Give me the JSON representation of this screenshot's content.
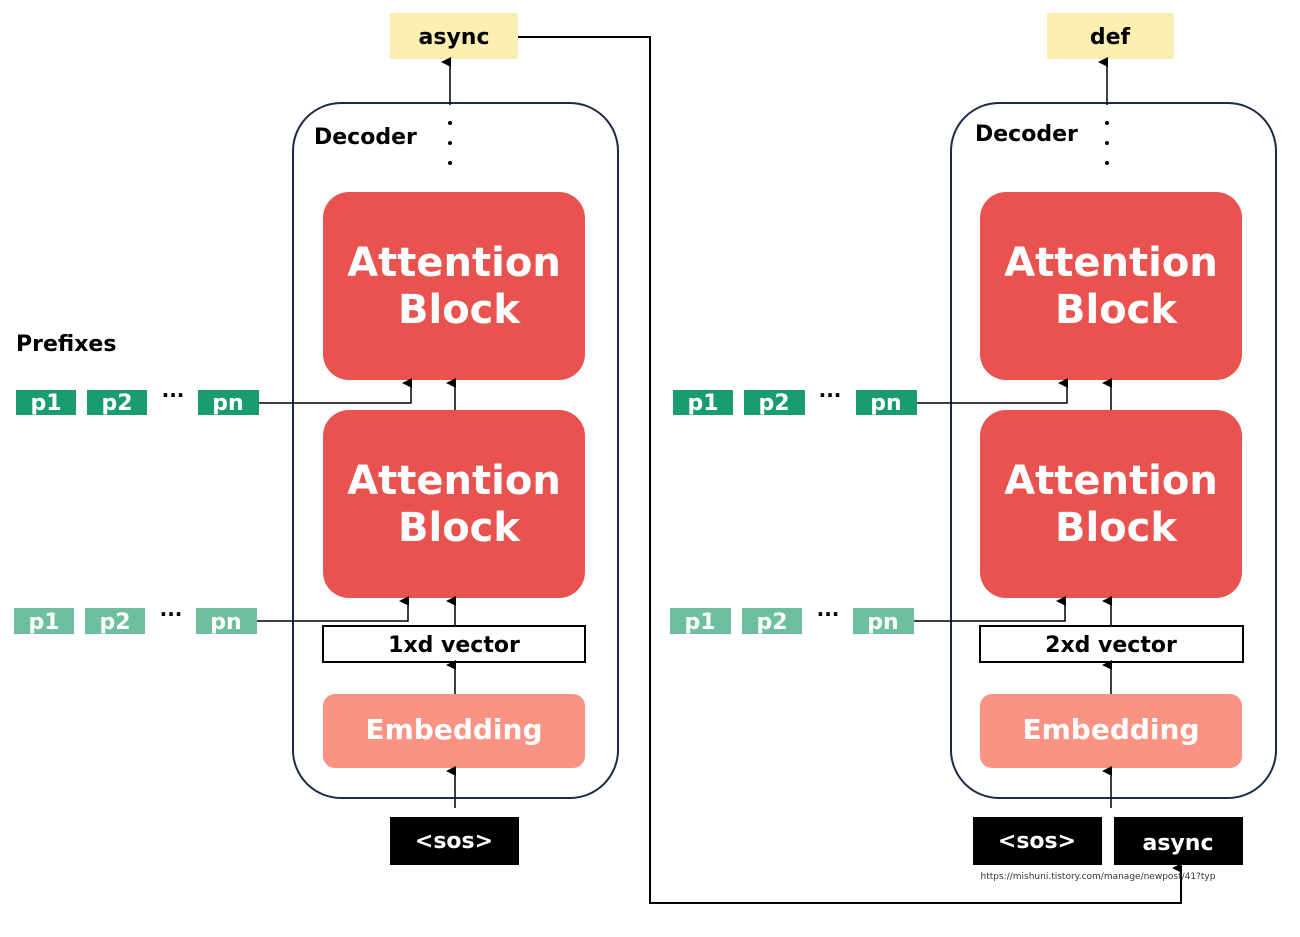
{
  "colors": {
    "attention_block": "#e8534f",
    "embedding": "#fb9384",
    "prefix_dark": "#1a9c6e",
    "prefix_light": "#6dbf9e",
    "output_token": "#fcefb2",
    "input_token": "#000000",
    "decoder_border": "#1b2a45"
  },
  "left_decoder": {
    "title": "Decoder",
    "output_token": "async",
    "attention_block_top": [
      "Attention",
      "Block"
    ],
    "attention_block_bottom": [
      "Attention",
      "Block"
    ],
    "vector_label": "1xd vector",
    "embedding_label": "Embedding",
    "input_token": "<sos>"
  },
  "right_decoder": {
    "title": "Decoder",
    "output_token": "def",
    "attention_block_top": [
      "Attention",
      "Block"
    ],
    "attention_block_bottom": [
      "Attention",
      "Block"
    ],
    "vector_label": "2xd vector",
    "embedding_label": "Embedding",
    "input_tokens": [
      "<sos>",
      "async"
    ]
  },
  "prefixes_title": "Prefixes",
  "prefix_labels": [
    "p1",
    "p2",
    "···",
    "pn"
  ],
  "watermark": "https://mishuni.tistory.com/manage/newpost/41?typ"
}
